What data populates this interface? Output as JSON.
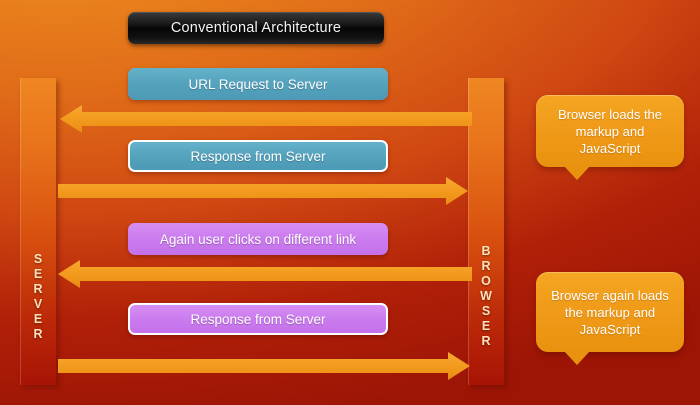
{
  "diagram": {
    "title": "Conventional Architecture",
    "lanes": {
      "server": {
        "label": "SERVER",
        "letters": [
          "S",
          "E",
          "R",
          "V",
          "E",
          "R"
        ]
      },
      "browser": {
        "label": "BROWSER",
        "letters": [
          "B",
          "R",
          "O",
          "W",
          "S",
          "E",
          "R"
        ]
      }
    },
    "messages": [
      {
        "id": "msg-url-request",
        "text": "URL Request to Server",
        "color": "#55a2bd",
        "style": "blue"
      },
      {
        "id": "msg-response-1",
        "text": "Response from Server",
        "color": "#55a2bd",
        "style": "blue-bordered"
      },
      {
        "id": "msg-user-click",
        "text": "Again user clicks on different link",
        "color": "#c471ea",
        "style": "purple"
      },
      {
        "id": "msg-response-2",
        "text": "Response from Server",
        "color": "#c471ea",
        "style": "purple-bordered"
      }
    ],
    "arrows": [
      {
        "id": "arrow-request",
        "direction": "left",
        "from": "browser",
        "to": "server"
      },
      {
        "id": "arrow-response-1",
        "direction": "right",
        "from": "server",
        "to": "browser"
      },
      {
        "id": "arrow-click",
        "direction": "left",
        "from": "browser",
        "to": "server"
      },
      {
        "id": "arrow-response-2",
        "direction": "right",
        "from": "server",
        "to": "browser"
      }
    ],
    "callouts": [
      {
        "id": "callout-load-1",
        "text": "Browser loads the markup and JavaScript"
      },
      {
        "id": "callout-load-2",
        "text": "Browser again loads the markup and JavaScript"
      }
    ],
    "colors": {
      "background_light": "#ef9a22",
      "background_dark": "#9d1505",
      "title_chip": "#0a0a0a",
      "blue_chip": "#55a2bd",
      "purple_chip": "#c471ea",
      "arrow_fill": "#f39c1f",
      "callout_fill": "#ef9a18",
      "pillar_top": "#ef8722",
      "pillar_bottom": "#a81405"
    }
  }
}
